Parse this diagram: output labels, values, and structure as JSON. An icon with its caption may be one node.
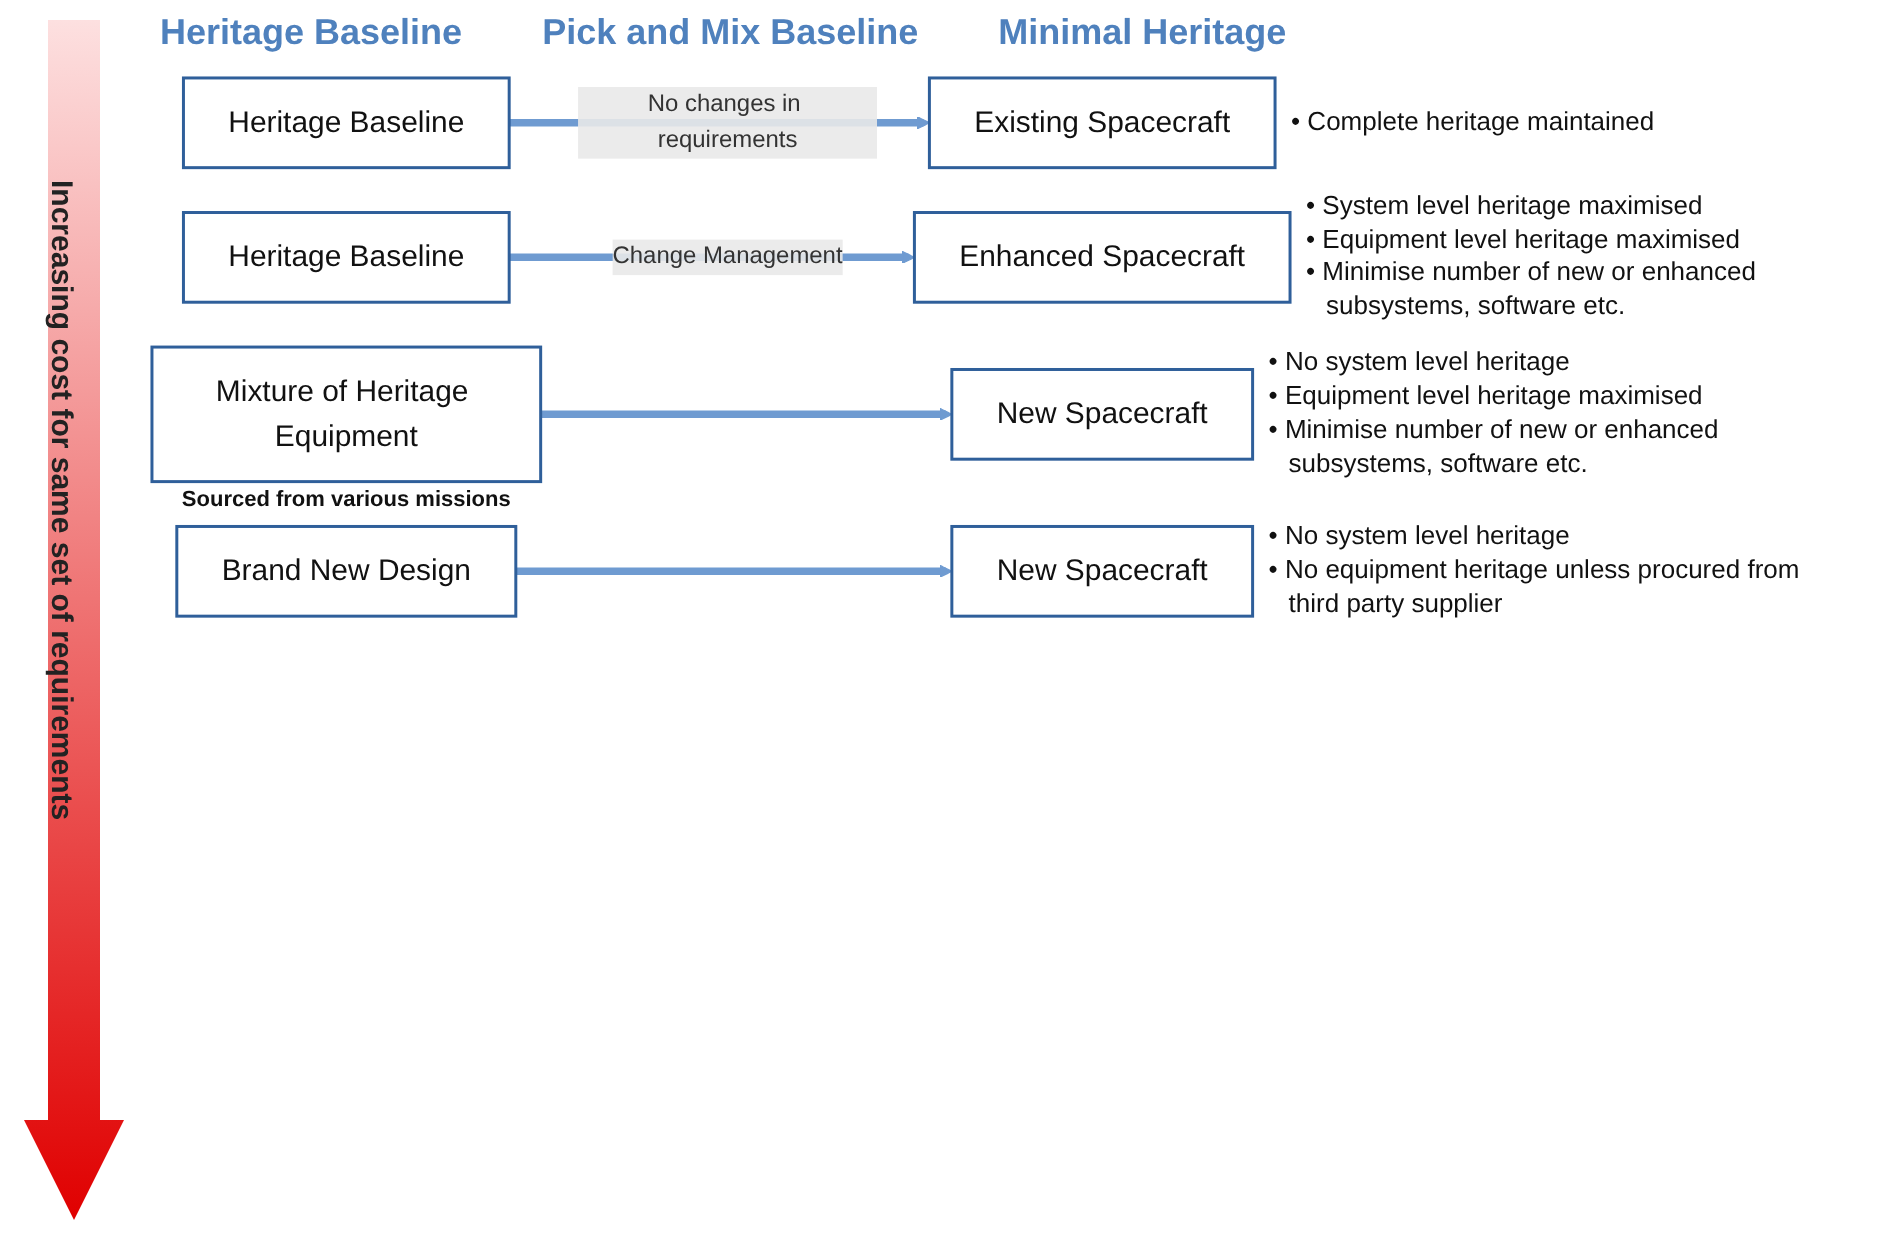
{
  "diagram": {
    "nodes": [
      {
        "text": [
          "Heritage Baseline"
        ]
      },
      {
        "text": [
          "Existing Spacecraft"
        ],
        "beside": [
          "• Complete heritage maintained"
        ]
      },
      {
        "text": [
          "Heritage Baseline"
        ]
      },
      {
        "text": [
          "Enhanced Spacecraft"
        ],
        "beside": [
          "• System level heritage maximised",
          "• Equipment level heritage maximised",
          "• Minimise number of new or enhanced subsystems, software etc."
        ]
      },
      {
        "text": [
          "Mixture of Heritage Equipment"
        ],
        "beside": [
          "Sourced from various missions"
        ]
      },
      {
        "text": [
          "New Spacecraft"
        ],
        "beside": [
          "• No system level heritage",
          "• Equipment level heritage maximised",
          "• Minimise number of new or enhanced subsystems, software etc."
        ]
      },
      {
        "text": [
          "Brand New Design"
        ]
      },
      {
        "text": [
          "New Spacecraft"
        ],
        "beside": [
          "• No system level heritage",
          "• No equipment heritage unless procured from third party supplier"
        ]
      }
    ],
    "edges": [
      {
        "from": 0,
        "to": 1,
        "arrow": "to",
        "label": "No changes in requirements"
      },
      {
        "from": 2,
        "to": 3,
        "arrow": "to",
        "label": "Change Management"
      },
      {
        "from": 4,
        "to": 5,
        "arrow": "to"
      },
      {
        "from": 6,
        "to": 7,
        "arrow": "to"
      }
    ],
    "labels": [
      "Heritage Baseline",
      "Pick and Mix Baseline",
      "Minimal Heritage",
      "Increasing cost for same set of requirements"
    ]
  }
}
